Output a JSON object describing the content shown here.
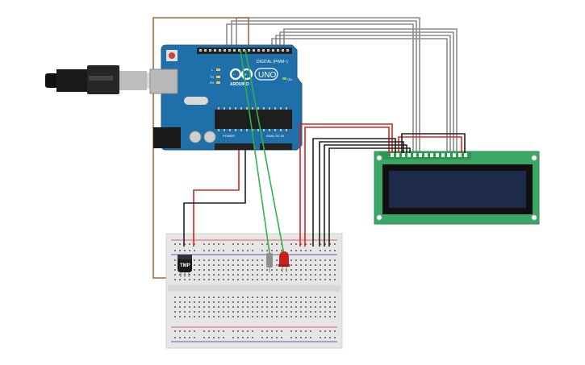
{
  "colors": {
    "board_blue": "#1f6fa8",
    "board_dark": "#185a8a",
    "lcd_green": "#3aa864",
    "lcd_screen": "#1e2a4a",
    "wire_gray": "#8c8c8c",
    "wire_red": "#e02020",
    "wire_black": "#202020",
    "wire_green": "#2fb34a",
    "wire_brown": "#a06a3a",
    "led_red": "#cc1f1f",
    "breadboard": "#e6e6e6"
  },
  "arduino": {
    "brand": "ARDUINO",
    "model": "UNO",
    "digital_label": "DIGITAL (PWM~)",
    "power_label": "POWER",
    "analog_label": "ANALOG IN",
    "on_label": "ON",
    "tx_label": "TX",
    "rx_label": "RX",
    "l_label": "L"
  },
  "sensor": {
    "label": "TMP"
  },
  "icons": {
    "usb": "usb-cable-icon",
    "board": "arduino-uno-icon",
    "lcd": "lcd-16x2-icon",
    "breadboard": "breadboard-icon",
    "sensor": "tmp-sensor-icon",
    "led": "red-led-icon",
    "resistor": "resistor-icon"
  }
}
